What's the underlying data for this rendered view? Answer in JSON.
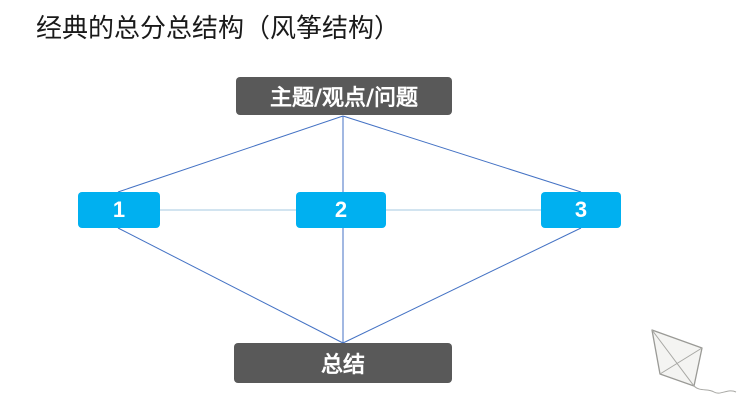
{
  "title": "经典的总分总结构（风筝结构）",
  "top_node": {
    "label": "主题/观点/问题"
  },
  "points": [
    {
      "label": "1"
    },
    {
      "label": "2"
    },
    {
      "label": "3"
    }
  ],
  "bottom_node": {
    "label": "总结"
  },
  "colors": {
    "dark_box": "#595959",
    "blue_box": "#00b0f0",
    "connector": "#4472c4",
    "point_link": "#a6c8e0"
  },
  "icons": [
    "kite-icon"
  ]
}
